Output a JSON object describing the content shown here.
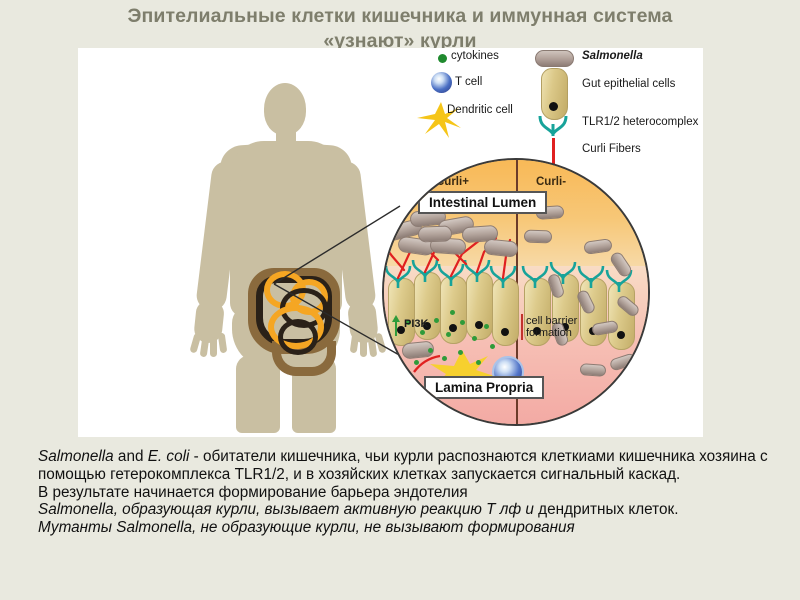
{
  "slide": {
    "title_line1": "Эпителиальные клетки кишечника и иммунная система",
    "title_line2": "«узнают» курли",
    "title_color": "#7e7e6c",
    "background_color": "#e9e9df",
    "panel_background": "#ffffff"
  },
  "legend": {
    "items": [
      {
        "label": "cytokines",
        "icon": "green-dot-icon",
        "color": "#1f8a2e",
        "italic": false
      },
      {
        "label": "T cell",
        "icon": "t-cell-icon",
        "color": "#29367e",
        "italic": false
      },
      {
        "label": "Dendritic cell",
        "icon": "dendritic-cell-icon",
        "color": "#f5c518",
        "italic": false
      },
      {
        "label": "Salmonella",
        "icon": "salmonella-icon",
        "color": "#8e7d76",
        "italic": true
      },
      {
        "label": "Gut epithelial cells",
        "icon": "epithelial-cell-icon",
        "color": "#c2ab66",
        "italic": false
      },
      {
        "label": "TLR1/2 heterocomplex",
        "icon": "tlr-receptor-icon",
        "color": "#17a39a",
        "italic": false
      },
      {
        "label": "Curli Fibers",
        "icon": "curli-fiber-icon",
        "color": "#e02020",
        "italic": false
      }
    ]
  },
  "diagram": {
    "left_side_tag": "Curli+",
    "right_side_tag": "Curli-",
    "lumen_label": "Intestinal Lumen",
    "propria_label": "Lamina Propria",
    "pi3k_label": "PI3K",
    "pi3k_arrow": "↑",
    "barrier_label_line1": "cell barrier",
    "barrier_label_line2": "formation",
    "lumen_color": "#f8b957",
    "propria_color": "#f3aaa4",
    "divider_color": "#6b3b2a",
    "epithelial_color": "#ddcb8c",
    "bacteria_color": "#b3a49c",
    "fiber_color": "#e02020",
    "tlr_color": "#17a39a"
  },
  "anatomy": {
    "body_color": "#c9bfa2",
    "colon_color": "#8a6a3d",
    "small_intestine_color": "#f5a623",
    "outline_color": "#2a2118"
  },
  "body_text": {
    "p1_a": "Salmonella",
    "p1_b": " and ",
    "p1_c": "E. coli",
    "p1_d": " - обитатели кишечника, чьи  курли распознаются клеткиами кишечника хозяина с помощью гетерокомплекса TLR1/2, и в хозяйских клетках запускается сигнальный каскад.",
    "p2": "В результате начинается формирование барьера эндотелия",
    "p3_a": "Salmonella",
    "p3_b": ", образующая курли, вызывает активную реакцию  Т лф и",
    "p3_c": " дендритных клеток.",
    "p4_a": "Мутанты Salmonella",
    "p4_b": ", не образующие курли, не вызывают формирования"
  }
}
